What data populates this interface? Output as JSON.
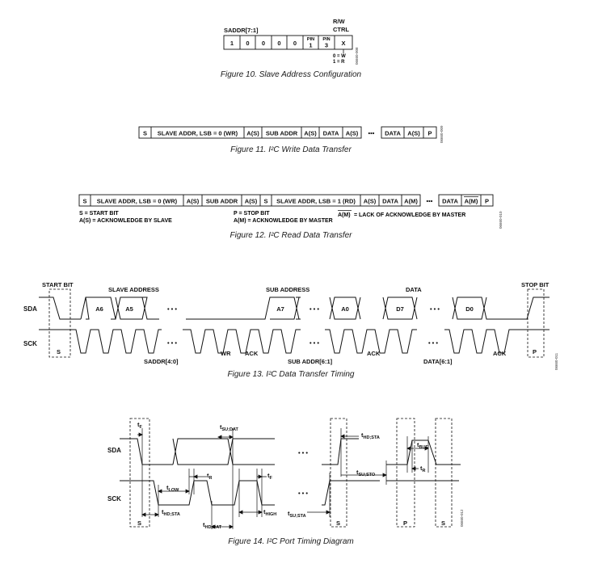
{
  "fig10": {
    "saddr_label": "SADDR[7:1]",
    "rw_label": "R/W",
    "ctrl_label": "CTRL",
    "bits": [
      "1",
      "0",
      "0",
      "0",
      "0",
      "1",
      "3",
      "X"
    ],
    "pin_labels": [
      "PIN",
      "PIN"
    ],
    "legend_w": "0 = W",
    "legend_r": "1 = R",
    "code": "06660-008",
    "caption": "Figure 10. Slave Address Configuration"
  },
  "fig11": {
    "cells": [
      "S",
      "SLAVE ADDR, LSB = 0 (WR)",
      "A(S)",
      "SUB ADDR",
      "A(S)",
      "DATA",
      "A(S)",
      "•••",
      "DATA",
      "A(S)",
      "P"
    ],
    "code": "06660-009",
    "caption": "Figure 11. I²C Write Data Transfer"
  },
  "fig12": {
    "cells": [
      "S",
      "SLAVE ADDR, LSB = 0 (WR)",
      "A(S)",
      "SUB ADDR",
      "A(S)",
      "S",
      "SLAVE ADDR, LSB = 1 (RD)",
      "A(S)",
      "DATA",
      "A(M)",
      "•••",
      "DATA",
      "A(M)",
      "P"
    ],
    "legend": {
      "start": "S = START BIT",
      "ack_slave": "A(S) = ACKNOWLEDGE BY SLAVE",
      "stop": "P = STOP BIT",
      "ack_master": "A(M) = ACKNOWLEDGE BY MASTER",
      "nack_sym": "A(M)",
      "nack_text": "= LACK OF ACKNOWLEDGE BY MASTER"
    },
    "code": "06660-010",
    "caption": "Figure 12. I²C Read Data Transfer"
  },
  "fig13": {
    "start_bit": "START BIT",
    "stop_bit": "STOP BIT",
    "slave_address": "SLAVE ADDRESS",
    "sub_address": "SUB ADDRESS",
    "data": "DATA",
    "sda": "SDA",
    "sck": "SCK",
    "bytes": [
      "A6",
      "A5",
      "A7",
      "A0",
      "D7",
      "D0"
    ],
    "dots": "• • •",
    "s_label": "S",
    "p_label": "P",
    "saddr": "SADDR[4:0]",
    "wr": "WR",
    "ack": "ACK",
    "subaddr": "SUB ADDR[6:1]",
    "data_bits": "DATA[6:1]",
    "code": "06660-011",
    "caption": "Figure 13. I²C Data Transfer Timing"
  },
  "fig14": {
    "sda": "SDA",
    "sck": "SCK",
    "t": "t",
    "sub_f": "F",
    "sub_r": "R",
    "sub_low": "LOW",
    "sub_high": "HIGH",
    "sub_sudat": "SU;DAT",
    "sub_hddat": "HD;DAT",
    "sub_hdsta": "HD;STA",
    "sub_susta": "SU;STA",
    "sub_susto": "SU;STO",
    "sub_buf": "BUF",
    "dots": "• • •",
    "s_label": "S",
    "p_label": "P",
    "code": "06660-012",
    "caption": "Figure 14. I²C Port Timing Diagram"
  }
}
